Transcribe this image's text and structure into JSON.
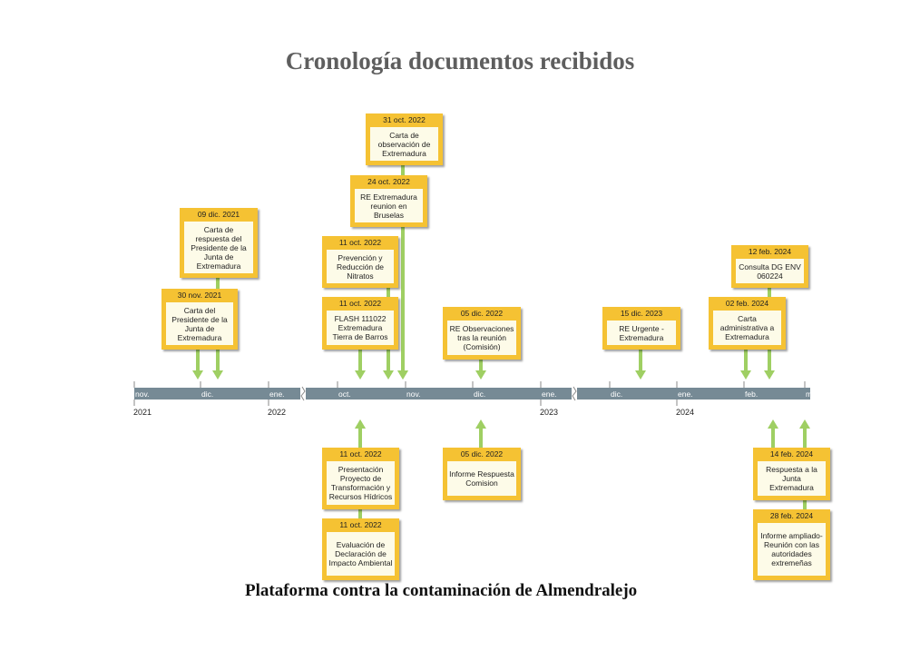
{
  "title": "Cronología documentos recibidos",
  "footer": "Plataforma contra la contaminación de Almendralejo",
  "colors": {
    "axis": "#768a95",
    "axis_text": "#ffffff",
    "arrow": "#9fcf63",
    "card": "#f5c233",
    "card_body": "#fdfbe8"
  },
  "axis": {
    "start": "2021-11-01",
    "end": "2024-03-05",
    "month_labels": [
      {
        "label": "nov.",
        "date": "2021-11-01"
      },
      {
        "label": "dic.",
        "date": "2021-12-01"
      },
      {
        "label": "ene.",
        "date": "2022-01-01"
      },
      {
        "label": "oct.",
        "date": "2022-10-01"
      },
      {
        "label": "nov.",
        "date": "2022-11-01"
      },
      {
        "label": "dic.",
        "date": "2022-12-01"
      },
      {
        "label": "ene.",
        "date": "2023-01-01"
      },
      {
        "label": "dic.",
        "date": "2023-12-01"
      },
      {
        "label": "ene.",
        "date": "2024-01-01"
      },
      {
        "label": "feb.",
        "date": "2024-02-01"
      },
      {
        "label": "mar.",
        "date": "2024-03-01"
      }
    ],
    "year_labels": [
      {
        "label": "2021",
        "date": "2021-11-01"
      },
      {
        "label": "2022",
        "date": "2022-01-01"
      },
      {
        "label": "2023",
        "date": "2023-01-01"
      },
      {
        "label": "2024",
        "date": "2024-01-01"
      }
    ],
    "breaks": [
      "2022-01-15",
      "2023-01-15"
    ]
  },
  "events": [
    {
      "date_label": "30 nov. 2021",
      "date": "2021-11-30",
      "text": "Carta del Presidente de la Junta de Extremadura",
      "side": "above"
    },
    {
      "date_label": "09 dic. 2021",
      "date": "2021-12-09",
      "text": "Carta de respuesta del Presidente de la Junta de Extremadura",
      "side": "above"
    },
    {
      "date_label": "11 oct. 2022",
      "date": "2022-10-11",
      "text": "FLASH 111022 Extremadura Tierra de Barros",
      "side": "above"
    },
    {
      "date_label": "11 oct. 2022",
      "date": "2022-10-11",
      "text": "Prevención y Reducción de Nitratos",
      "side": "above"
    },
    {
      "date_label": "24 oct. 2022",
      "date": "2022-10-24",
      "text": "RE Extremadura reunion en Bruselas",
      "side": "above"
    },
    {
      "date_label": "31 oct. 2022",
      "date": "2022-10-31",
      "text": "Carta de observación de Extremadura",
      "side": "above"
    },
    {
      "date_label": "05 dic. 2022",
      "date": "2022-12-05",
      "text": "RE Observaciones tras la reunión (Comisión)",
      "side": "above"
    },
    {
      "date_label": "15 dic. 2023",
      "date": "2023-12-15",
      "text": "RE Urgente - Extremadura",
      "side": "above"
    },
    {
      "date_label": "02 feb. 2024",
      "date": "2024-02-02",
      "text": "Carta administrativa a Extremadura",
      "side": "above"
    },
    {
      "date_label": "12 feb. 2024",
      "date": "2024-02-12",
      "text": "Consulta DG ENV 060224",
      "side": "above"
    },
    {
      "date_label": "11 oct. 2022",
      "date": "2022-10-11",
      "text": "Presentación Proyecto de Transformación y Recursos Hídricos",
      "side": "below"
    },
    {
      "date_label": "11 oct. 2022",
      "date": "2022-10-11",
      "text": "Evaluación de Declaración de Impacto Ambiental",
      "side": "below"
    },
    {
      "date_label": "05 dic. 2022",
      "date": "2022-12-05",
      "text": "Informe Respuesta Comision",
      "side": "below"
    },
    {
      "date_label": "14 feb. 2024",
      "date": "2024-02-14",
      "text": "Respuesta a la Junta Extremadura",
      "side": "below"
    },
    {
      "date_label": "28 feb. 2024",
      "date": "2024-02-28",
      "text": "Informe ampliado-Reunión con las autoridades extremeñas",
      "side": "below"
    }
  ]
}
